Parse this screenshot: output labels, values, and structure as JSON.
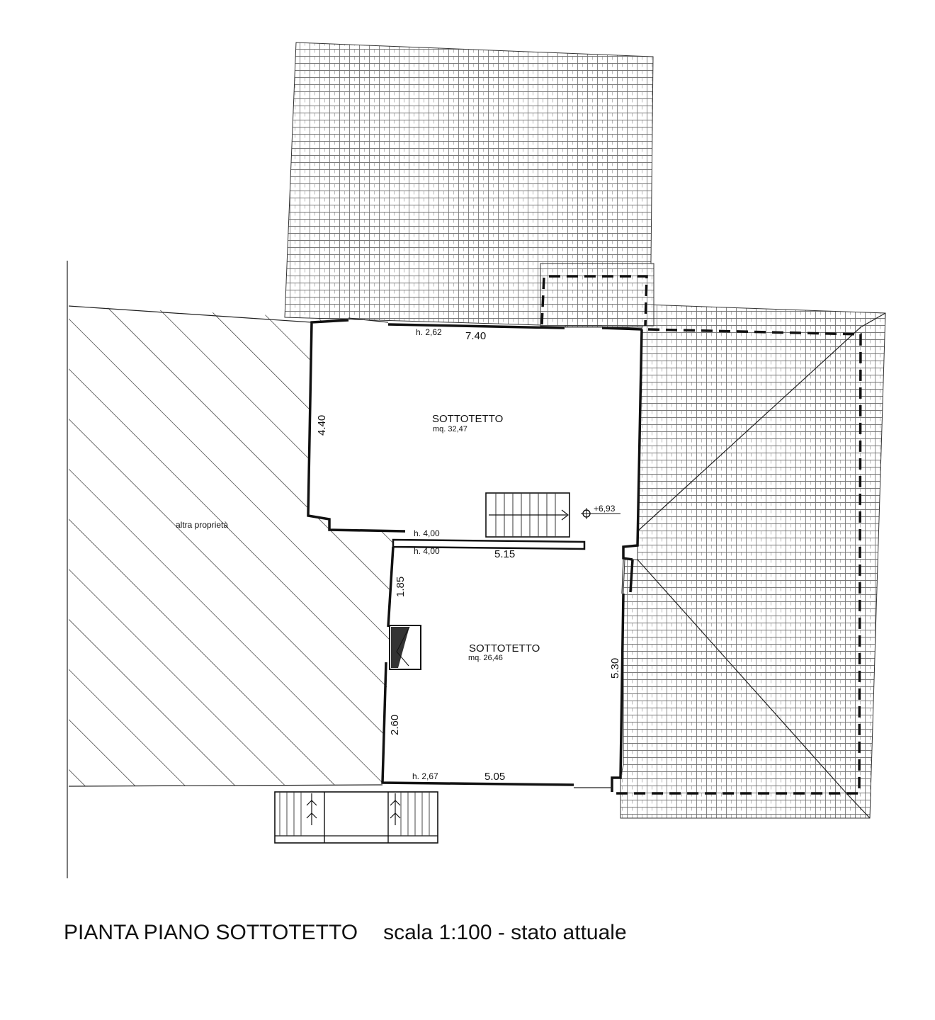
{
  "rooms": [
    {
      "name": "SOTTOTETTO",
      "area": "mq. 32,47"
    },
    {
      "name": "SOTTOTETTO",
      "area": "mq. 26,46"
    }
  ],
  "neighbour_label": "altra proprietà",
  "dimensions": {
    "upper_top_width": "7.40",
    "upper_left_height": "4.40",
    "middle_width": "5.15",
    "lower_left_upper": "1.85",
    "lower_left_lower": "2.60",
    "lower_right_height": "5.30",
    "lower_bottom_width": "5.05"
  },
  "heights": {
    "upper_top": "h. 2,62",
    "upper_bottom": "h. 4,00",
    "lower_top": "h. 4,00",
    "lower_bottom": "h. 2,67"
  },
  "elevation": "+6,93",
  "caption": {
    "title": "PIANTA PIANO SOTTOTETTO",
    "subtitle": "scala 1:100 - stato attuale"
  },
  "colors": {
    "line": "#111111",
    "tile": "#6a6a6a",
    "paper": "#ffffff"
  }
}
